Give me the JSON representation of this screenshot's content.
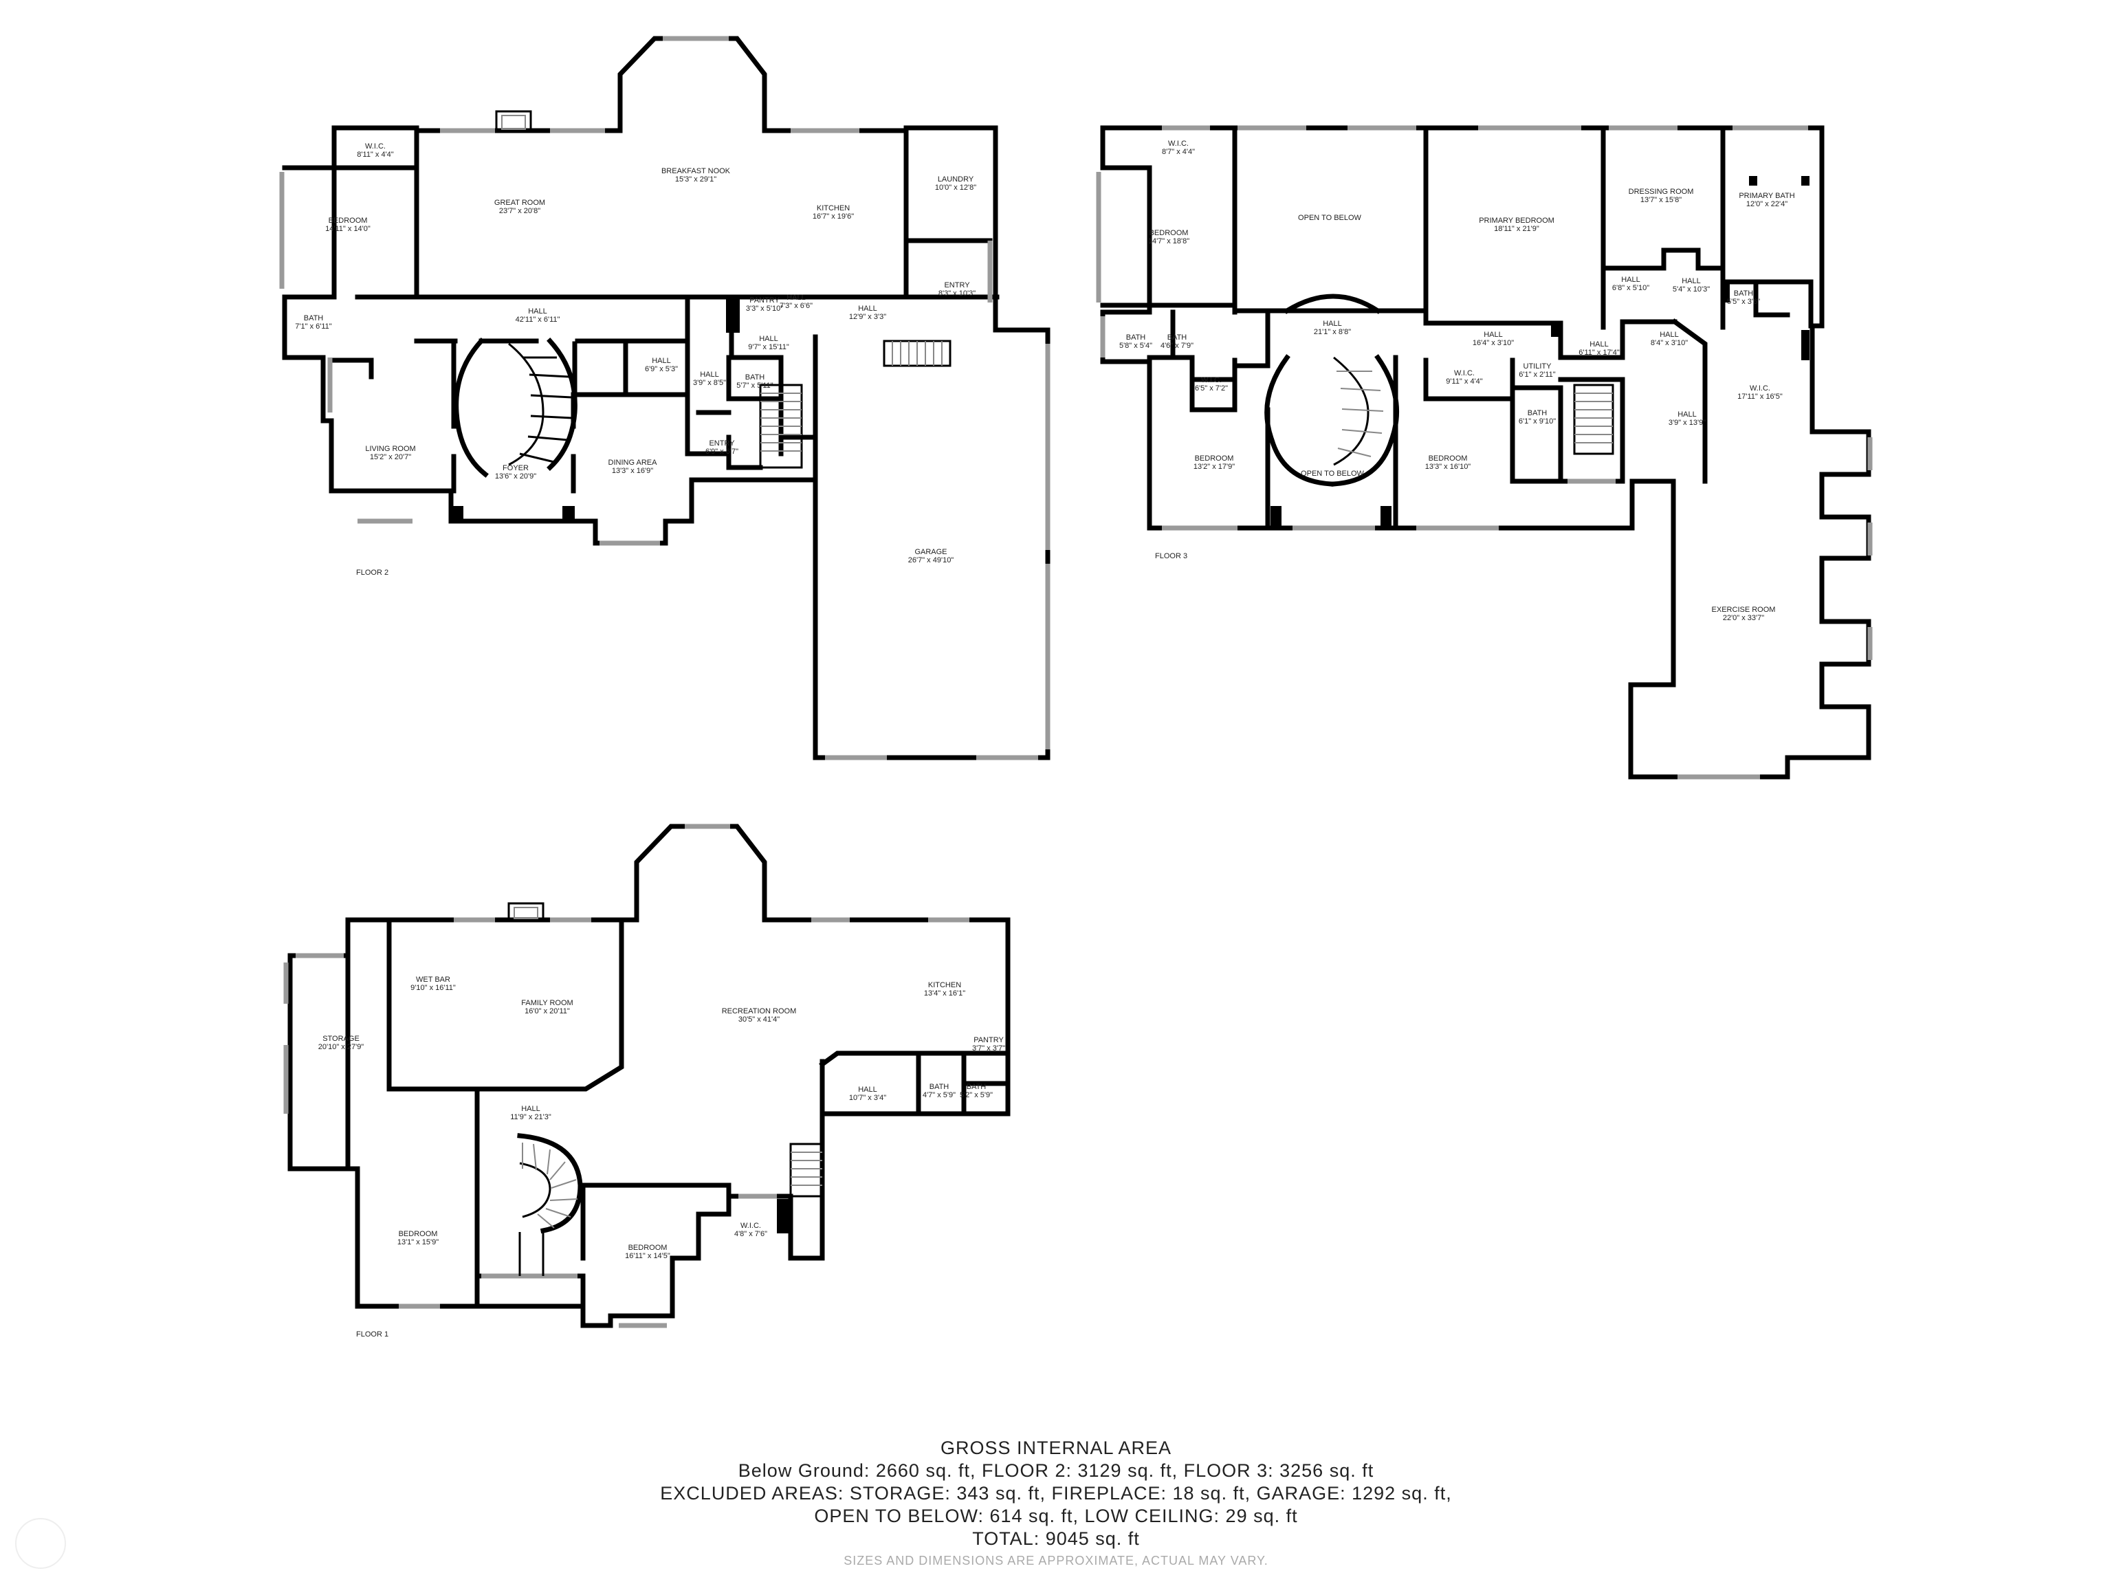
{
  "floors": {
    "floor2": {
      "label": "FLOOR 2",
      "rooms": [
        {
          "name": "BREAKFAST NOOK",
          "dim": "15'3\" x 29'1\""
        },
        {
          "name": "W.I.C.",
          "dim": "8'11\" x 4'4\""
        },
        {
          "name": "GREAT ROOM",
          "dim": "23'7\" x 20'8\""
        },
        {
          "name": "KITCHEN",
          "dim": "16'7\" x 19'6\""
        },
        {
          "name": "LAUNDRY",
          "dim": "10'0\" x 12'8\""
        },
        {
          "name": "BEDROOM",
          "dim": "14'11\" x 14'0\""
        },
        {
          "name": "ENTRY",
          "dim": "8'3\" x 10'3\""
        },
        {
          "name": "PANTRY",
          "dim": "3'3\" x 5'10\""
        },
        {
          "name": "HALL",
          "dim": "7'3\" x 6'6\""
        },
        {
          "name": "HALL",
          "dim": "42'11\" x 6'11\""
        },
        {
          "name": "HALL",
          "dim": "12'9\" x 3'3\""
        },
        {
          "name": "BATH",
          "dim": "7'1\" x 6'11\""
        },
        {
          "name": "HALL",
          "dim": "9'7\" x 15'11\""
        },
        {
          "name": "HALL",
          "dim": "6'9\" x 5'3\""
        },
        {
          "name": "HALL",
          "dim": "3'9\" x 8'5\""
        },
        {
          "name": "BATH",
          "dim": "5'7\" x 5'11\""
        },
        {
          "name": "LIVING ROOM",
          "dim": "15'2\" x 20'7\""
        },
        {
          "name": "ENTRY",
          "dim": "6'9\" x 6'7\""
        },
        {
          "name": "FOYER",
          "dim": "13'6\" x 20'9\""
        },
        {
          "name": "DINING AREA",
          "dim": "13'3\" x 16'9\""
        },
        {
          "name": "GARAGE",
          "dim": "26'7\" x 49'10\""
        }
      ]
    },
    "floor3": {
      "label": "FLOOR 3",
      "rooms": [
        {
          "name": "W.I.C.",
          "dim": "8'7\" x 4'4\""
        },
        {
          "name": "OPEN TO BELOW",
          "dim": ""
        },
        {
          "name": "PRIMARY BEDROOM",
          "dim": "18'11\" x 21'9\""
        },
        {
          "name": "DRESSING ROOM",
          "dim": "13'7\" x 15'8\""
        },
        {
          "name": "PRIMARY BATH",
          "dim": "12'0\" x 22'4\""
        },
        {
          "name": "BEDROOM",
          "dim": "14'7\" x 18'8\""
        },
        {
          "name": "HALL",
          "dim": "6'8\" x 5'10\""
        },
        {
          "name": "HALL",
          "dim": "5'4\" x 10'3\""
        },
        {
          "name": "BATH",
          "dim": "5'5\" x 3'6\""
        },
        {
          "name": "HALL",
          "dim": "21'1\" x 8'8\""
        },
        {
          "name": "BATH",
          "dim": "5'8\" x 5'4\""
        },
        {
          "name": "BATH",
          "dim": "4'6\" x 7'9\""
        },
        {
          "name": "HALL",
          "dim": "16'4\" x 3'10\""
        },
        {
          "name": "HALL",
          "dim": "6'11\" x 17'4\""
        },
        {
          "name": "HALL",
          "dim": "8'4\" x 3'10\""
        },
        {
          "name": "W.I.C.",
          "dim": "9'11\" x 4'4\""
        },
        {
          "name": "UTILITY",
          "dim": "6'1\" x 2'11\""
        },
        {
          "name": "W.I.C.",
          "dim": "6'5\" x 7'2\""
        },
        {
          "name": "W.I.C.",
          "dim": "17'11\" x 16'5\""
        },
        {
          "name": "BATH",
          "dim": "6'1\" x 9'10\""
        },
        {
          "name": "HALL",
          "dim": "3'9\" x 13'9\""
        },
        {
          "name": "BEDROOM",
          "dim": "13'2\" x 17'9\""
        },
        {
          "name": "BEDROOM",
          "dim": "13'3\" x 16'10\""
        },
        {
          "name": "OPEN TO BELOW",
          "dim": ""
        },
        {
          "name": "EXERCISE ROOM",
          "dim": "22'0\" x 33'7\""
        }
      ]
    },
    "floor1": {
      "label": "FLOOR 1",
      "rooms": [
        {
          "name": "WET BAR",
          "dim": "9'10\" x 16'11\""
        },
        {
          "name": "FAMILY ROOM",
          "dim": "16'0\" x 20'11\""
        },
        {
          "name": "KITCHEN",
          "dim": "13'4\" x 16'1\""
        },
        {
          "name": "RECREATION ROOM",
          "dim": "30'5\" x 41'4\""
        },
        {
          "name": "STORAGE",
          "dim": "20'10\" x 27'9\""
        },
        {
          "name": "PANTRY",
          "dim": "3'7\" x 3'7\""
        },
        {
          "name": "HALL",
          "dim": "11'9\" x 21'3\""
        },
        {
          "name": "HALL",
          "dim": "10'7\" x 3'4\""
        },
        {
          "name": "BATH",
          "dim": "4'7\" x 5'9\""
        },
        {
          "name": "BATH",
          "dim": "5'2\" x 5'9\""
        },
        {
          "name": "BEDROOM",
          "dim": "13'1\" x 15'9\""
        },
        {
          "name": "W.I.C.",
          "dim": "4'8\" x 7'6\""
        },
        {
          "name": "BEDROOM",
          "dim": "16'11\" x 14'5\""
        }
      ]
    }
  },
  "summary": {
    "heading": "GROSS INTERNAL AREA",
    "line1": "Below Ground: 2660 sq. ft, FLOOR 2: 3129 sq. ft, FLOOR 3: 3256 sq. ft",
    "line2": "EXCLUDED AREAS: STORAGE: 343 sq. ft, FIREPLACE: 18 sq. ft, GARAGE: 1292 sq. ft,",
    "line3": "OPEN TO BELOW: 614 sq. ft, LOW CEILING: 29 sq. ft",
    "line4": "TOTAL: 9045 sq. ft",
    "note": "SIZES AND DIMENSIONS ARE APPROXIMATE, ACTUAL MAY VARY."
  }
}
